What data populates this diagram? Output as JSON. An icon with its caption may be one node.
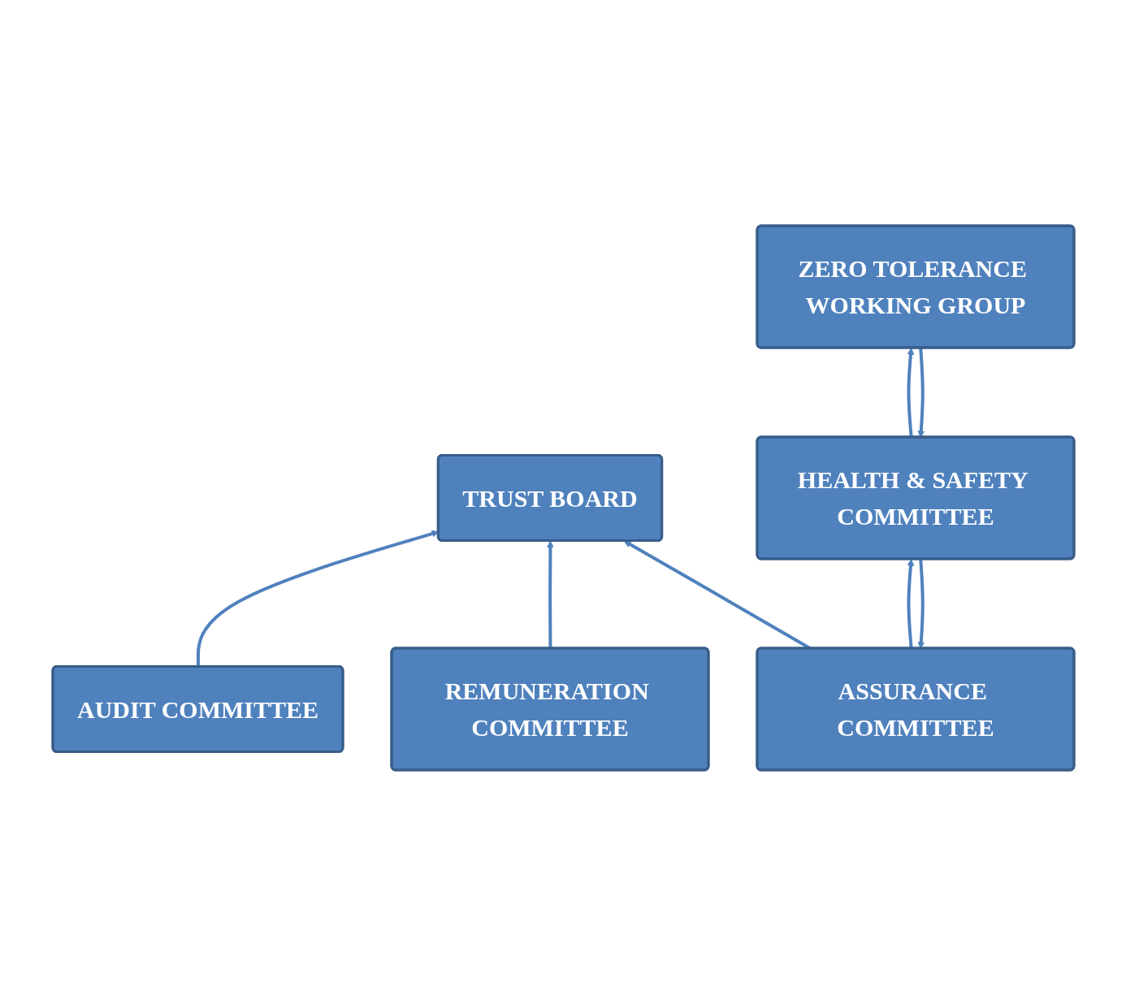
{
  "diagram": {
    "nodes": [
      {
        "text": [
          "TRUST BOARD"
        ]
      },
      {
        "text": [
          "ASSURANCE COMMITTEE"
        ]
      },
      {
        "text": [
          "AUDIT COMMITTEE"
        ]
      },
      {
        "text": [
          "REMUNERATION COMMITTEE"
        ]
      },
      {
        "text": [
          "HEALTH & SAFETY COMMITTEE"
        ]
      },
      {
        "text": [
          "ZERO TOLERANCE WORKING GROUP"
        ]
      }
    ],
    "edges": [
      {
        "from": 1,
        "to": 0,
        "arrow": "to"
      },
      {
        "from": 2,
        "to": 0,
        "arrow": "to"
      },
      {
        "from": 3,
        "to": 0,
        "arrow": "to"
      },
      {
        "from": 4,
        "to": 1,
        "arrow": "to"
      },
      {
        "from": 1,
        "to": 4,
        "arrow": "to"
      },
      {
        "from": 5,
        "to": 4,
        "arrow": "to"
      },
      {
        "from": 4,
        "to": 5,
        "arrow": "to"
      }
    ]
  }
}
